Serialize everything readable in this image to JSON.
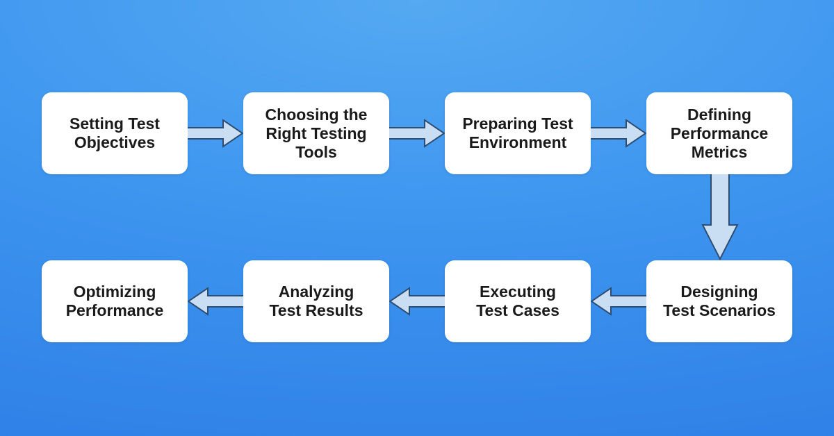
{
  "diagram": {
    "type": "flowchart",
    "steps": [
      {
        "order": 1,
        "label": "Setting Test\nObjectives"
      },
      {
        "order": 2,
        "label": "Choosing the\nRight Testing\nTools"
      },
      {
        "order": 3,
        "label": "Preparing Test\nEnvironment"
      },
      {
        "order": 4,
        "label": "Defining\nPerformance\nMetrics"
      },
      {
        "order": 5,
        "label": "Designing\nTest Scenarios"
      },
      {
        "order": 6,
        "label": "Executing\nTest Cases"
      },
      {
        "order": 7,
        "label": "Analyzing\nTest Results"
      },
      {
        "order": 8,
        "label": "Optimizing\nPerformance"
      }
    ],
    "connections": [
      {
        "from": 1,
        "to": 2,
        "direction": "right"
      },
      {
        "from": 2,
        "to": 3,
        "direction": "right"
      },
      {
        "from": 3,
        "to": 4,
        "direction": "right"
      },
      {
        "from": 4,
        "to": 5,
        "direction": "down"
      },
      {
        "from": 5,
        "to": 6,
        "direction": "left"
      },
      {
        "from": 6,
        "to": 7,
        "direction": "left"
      },
      {
        "from": 7,
        "to": 8,
        "direction": "left"
      }
    ],
    "colors": {
      "background_center": "#55a9f2",
      "background_mid": "#3e96ef",
      "background_edge": "#2f80e7",
      "box_bg": "#ffffff",
      "box_text": "#1a1a1a",
      "arrow_fill": "#cadef3",
      "arrow_stroke": "#2e4d73"
    }
  }
}
